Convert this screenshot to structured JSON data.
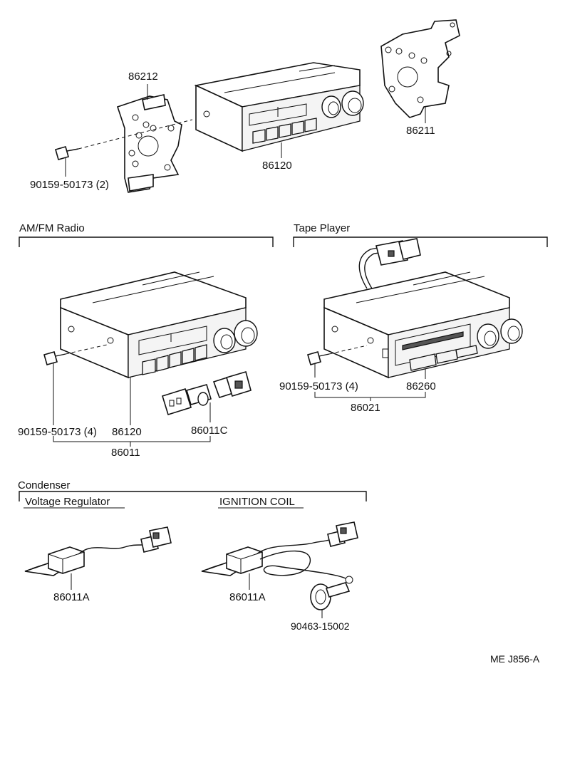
{
  "labels": {
    "bracket_left": "86212",
    "bracket_right": "86211",
    "radio_top": "86120",
    "screw_top": "90159-50173 (2)",
    "am_fm": "AM/FM Radio",
    "tape": "Tape Player",
    "screw_am": "90159-50173 (4)",
    "radio_am": "86120",
    "connector_am": "86011C",
    "assy_am": "86011",
    "screw_tape": "90159-50173 (4)",
    "tape_unit": "86260",
    "assy_tape": "86021",
    "condenser": "Condenser",
    "voltage_reg": "Voltage Regulator",
    "ignition": "IGNITION COIL",
    "cond_vr": "86011A",
    "cond_ig": "86011A",
    "clamp": "90463-15002",
    "ref": "ME J856-A"
  }
}
